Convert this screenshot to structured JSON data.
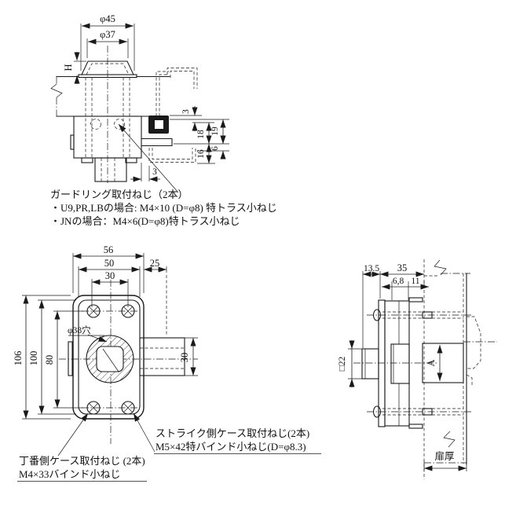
{
  "colors": {
    "line": "#1a1a1a",
    "background": "#ffffff"
  },
  "top_view": {
    "dia45": "φ45",
    "dia37": "φ37",
    "dim_h": "H",
    "gap3_top": "3",
    "dim18": "18",
    "dim19": "19",
    "dim16": "16",
    "dim6": "6",
    "gap3_bottom": "3",
    "note": {
      "line1": "ガードリング取付ねじ（2本）",
      "line2": "・U9,PR,LBの場合: M4×10 (D=φ8) 特トラス小ねじ",
      "line3": "・JNの場合：M4×6(D=φ8)特トラス小ねじ"
    }
  },
  "front_view": {
    "width56": "56",
    "width50": "50",
    "width30": "30",
    "width25": "25",
    "height106": "106",
    "height100": "100",
    "height80": "80",
    "depth30": "30",
    "hole_label": "φ38穴",
    "strike_note": {
      "line1": "ストライク側ケース取付ねじ(2本)",
      "line2": "M5×42特バインド小ねじ(D=φ8.3)"
    },
    "hinge_note": {
      "line1": "丁番側ケース取付ねじ (2本)",
      "line2": "M4×33バインド小ねじ"
    }
  },
  "side_view": {
    "dim13_5": "13.5",
    "dim35": "35",
    "dim6_8": "6,8",
    "dim11": "11",
    "square22": "□22",
    "dim_a": "A",
    "door_thickness": "扉厚"
  }
}
